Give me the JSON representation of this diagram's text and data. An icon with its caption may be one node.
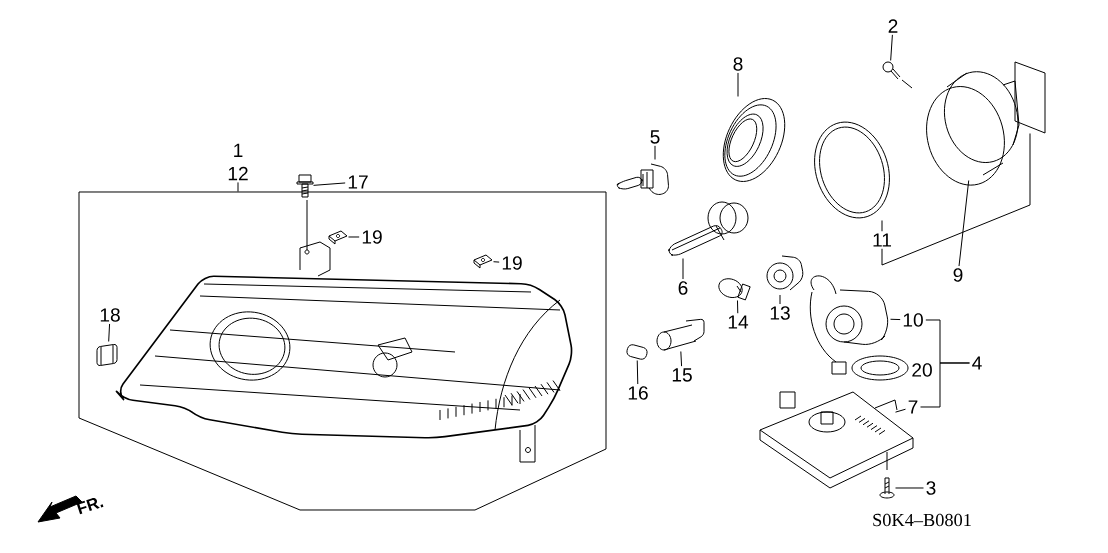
{
  "diagram": {
    "nodes": [
      {
        "text": [
          "1",
          "12"
        ]
      },
      {
        "text": [],
        "shape": "box"
      },
      {
        "text": [
          "17"
        ]
      },
      {
        "text": [],
        "shape": "picture"
      },
      {
        "text": [
          "19"
        ],
        "in": 1
      },
      {
        "text": [],
        "shape": "picture",
        "in": 1
      },
      {
        "text": [
          "19"
        ],
        "in": 1
      },
      {
        "text": [],
        "shape": "picture",
        "in": 1
      },
      {
        "text": [
          "18"
        ],
        "in": 1
      },
      {
        "text": [],
        "shape": "picture",
        "in": 1
      },
      {
        "text": [
          "5"
        ]
      },
      {
        "text": [],
        "shape": "picture"
      },
      {
        "text": [
          "8"
        ]
      },
      {
        "text": [],
        "shape": "picture"
      },
      {
        "text": [
          "2"
        ]
      },
      {
        "text": [],
        "shape": "picture"
      },
      {
        "text": [
          "11"
        ]
      },
      {
        "text": [],
        "shape": "picture"
      },
      {
        "text": [
          "9"
        ]
      },
      {
        "text": [],
        "shape": "picture"
      },
      {
        "text": [],
        "shape": "box"
      },
      {
        "text": [
          "6"
        ]
      },
      {
        "text": [],
        "shape": "picture"
      },
      {
        "text": [
          "14"
        ]
      },
      {
        "text": [],
        "shape": "picture"
      },
      {
        "text": [
          "13"
        ]
      },
      {
        "text": [],
        "shape": "picture"
      },
      {
        "text": [
          "15"
        ]
      },
      {
        "text": [],
        "shape": "picture"
      },
      {
        "text": [
          "16"
        ]
      },
      {
        "text": [],
        "shape": "picture"
      },
      {
        "text": [
          "10"
        ]
      },
      {
        "text": [],
        "shape": "picture"
      },
      {
        "text": [
          "7"
        ]
      },
      {
        "text": [],
        "shape": "picture"
      },
      {
        "text": [
          "4"
        ]
      },
      {
        "text": [
          "3"
        ]
      },
      {
        "text": [],
        "shape": "picture"
      }
    ],
    "edges": [
      {
        "from": 0,
        "to": 1,
        "arrow": "none"
      },
      {
        "from": 2,
        "to": 3,
        "arrow": "none"
      },
      {
        "from": 4,
        "to": 5,
        "arrow": "none"
      },
      {
        "from": 6,
        "to": 7,
        "arrow": "none"
      },
      {
        "from": 8,
        "to": 9,
        "arrow": "none"
      },
      {
        "from": 10,
        "to": 11,
        "arrow": "none"
      },
      {
        "from": 12,
        "to": 13,
        "arrow": "none"
      },
      {
        "from": 14,
        "to": 15,
        "arrow": "none"
      },
      {
        "from": 16,
        "to": 17,
        "arrow": "none"
      },
      {
        "from": 18,
        "to": 19,
        "arrow": "none"
      },
      {
        "from": 16,
        "to": 20,
        "arrow": "none"
      },
      {
        "from": 21,
        "to": 22,
        "arrow": "none"
      },
      {
        "from": 23,
        "to": 24,
        "arrow": "none"
      },
      {
        "from": 25,
        "to": 26,
        "arrow": "none"
      },
      {
        "from": 27,
        "to": 28,
        "arrow": "none"
      },
      {
        "from": 29,
        "to": 30,
        "arrow": "none"
      },
      {
        "from": 31,
        "to": 32,
        "arrow": "none"
      },
      {
        "from": 33,
        "to": 34,
        "arrow": "none"
      },
      {
        "from": 35,
        "to": 31,
        "arrow": "none"
      },
      {
        "from": 35,
        "to": 33,
        "arrow": "none"
      },
      {
        "from": 36,
        "to": 37,
        "arrow": "none"
      }
    ],
    "labels": [
      "20",
      "FR.",
      "S0K4–B0801"
    ]
  }
}
